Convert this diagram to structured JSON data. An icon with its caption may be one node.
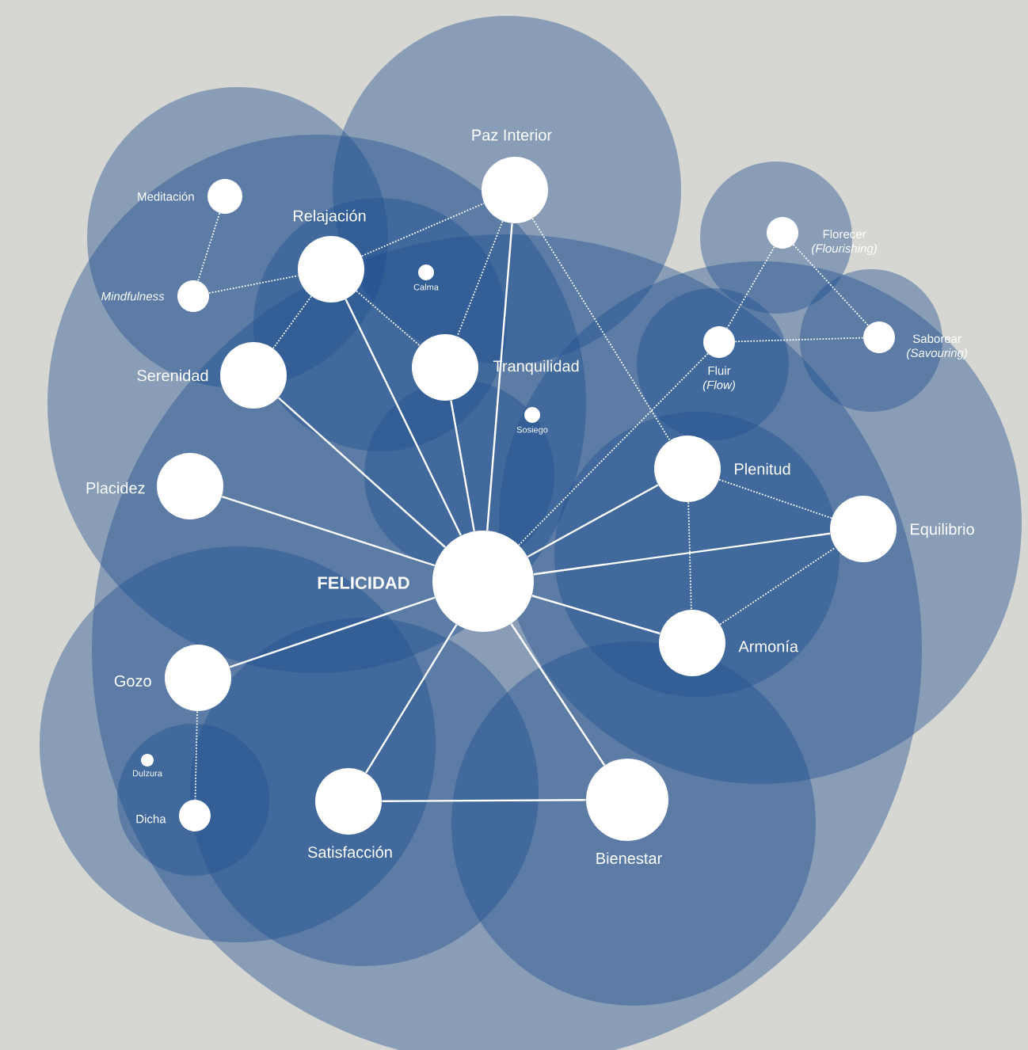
{
  "diagram": {
    "nodes": [
      {
        "text": [
          "FELICIDAD"
        ]
      },
      {
        "text": [
          "Paz Interior"
        ]
      },
      {
        "text": [
          "Meditación"
        ]
      },
      {
        "text": [
          "Relajación"
        ]
      },
      {
        "text": [
          "Mindfulness"
        ]
      },
      {
        "text": [
          "Calma"
        ]
      },
      {
        "text": [
          "Serenidad"
        ]
      },
      {
        "text": [
          "Tranquilidad"
        ]
      },
      {
        "text": [
          "Sosiego"
        ]
      },
      {
        "text": [
          "Florecer",
          "(Flourishing)"
        ]
      },
      {
        "text": [
          "Fluir",
          "(Flow)"
        ]
      },
      {
        "text": [
          "Saborear",
          "(Savouring)"
        ]
      },
      {
        "text": [
          "Placidez"
        ]
      },
      {
        "text": [
          "Plenitud"
        ]
      },
      {
        "text": [
          "Equilibrio"
        ]
      },
      {
        "text": [
          "Armonía"
        ]
      },
      {
        "text": [
          "Gozo"
        ]
      },
      {
        "text": [
          "Dulzura"
        ]
      },
      {
        "text": [
          "Dicha"
        ]
      },
      {
        "text": [
          "Satisfacción"
        ]
      },
      {
        "text": [
          "Bienestar"
        ]
      }
    ],
    "edges": [
      {
        "from": 0,
        "to": 1,
        "arrow": "none"
      },
      {
        "from": 0,
        "to": 3,
        "arrow": "none"
      },
      {
        "from": 0,
        "to": 6,
        "arrow": "none"
      },
      {
        "from": 0,
        "to": 7,
        "arrow": "none"
      },
      {
        "from": 0,
        "to": 12,
        "arrow": "none"
      },
      {
        "from": 0,
        "to": 13,
        "arrow": "none"
      },
      {
        "from": 0,
        "to": 14,
        "arrow": "none"
      },
      {
        "from": 0,
        "to": 15,
        "arrow": "none"
      },
      {
        "from": 0,
        "to": 16,
        "arrow": "none"
      },
      {
        "from": 0,
        "to": 19,
        "arrow": "none"
      },
      {
        "from": 0,
        "to": 20,
        "arrow": "none"
      },
      {
        "from": 19,
        "to": 20,
        "arrow": "none"
      },
      {
        "from": 2,
        "to": 4,
        "arrow": "none",
        "style": "dashed"
      },
      {
        "from": 4,
        "to": 3,
        "arrow": "none",
        "style": "dashed"
      },
      {
        "from": 3,
        "to": 1,
        "arrow": "none",
        "style": "dashed"
      },
      {
        "from": 3,
        "to": 6,
        "arrow": "none",
        "style": "dashed"
      },
      {
        "from": 3,
        "to": 7,
        "arrow": "none",
        "style": "dashed"
      },
      {
        "from": 1,
        "to": 7,
        "arrow": "none",
        "style": "dashed"
      },
      {
        "from": 1,
        "to": 13,
        "arrow": "none",
        "style": "dashed"
      },
      {
        "from": 9,
        "to": 10,
        "arrow": "none",
        "style": "dashed"
      },
      {
        "from": 9,
        "to": 11,
        "arrow": "none",
        "style": "dashed"
      },
      {
        "from": 10,
        "to": 11,
        "arrow": "none",
        "style": "dashed"
      },
      {
        "from": 10,
        "to": 0,
        "arrow": "none",
        "style": "dashed"
      },
      {
        "from": 13,
        "to": 14,
        "arrow": "none",
        "style": "dashed"
      },
      {
        "from": 13,
        "to": 15,
        "arrow": "none",
        "style": "dashed"
      },
      {
        "from": 15,
        "to": 14,
        "arrow": "none",
        "style": "dashed"
      },
      {
        "from": 16,
        "to": 18,
        "arrow": "none",
        "style": "dashed"
      }
    ]
  }
}
